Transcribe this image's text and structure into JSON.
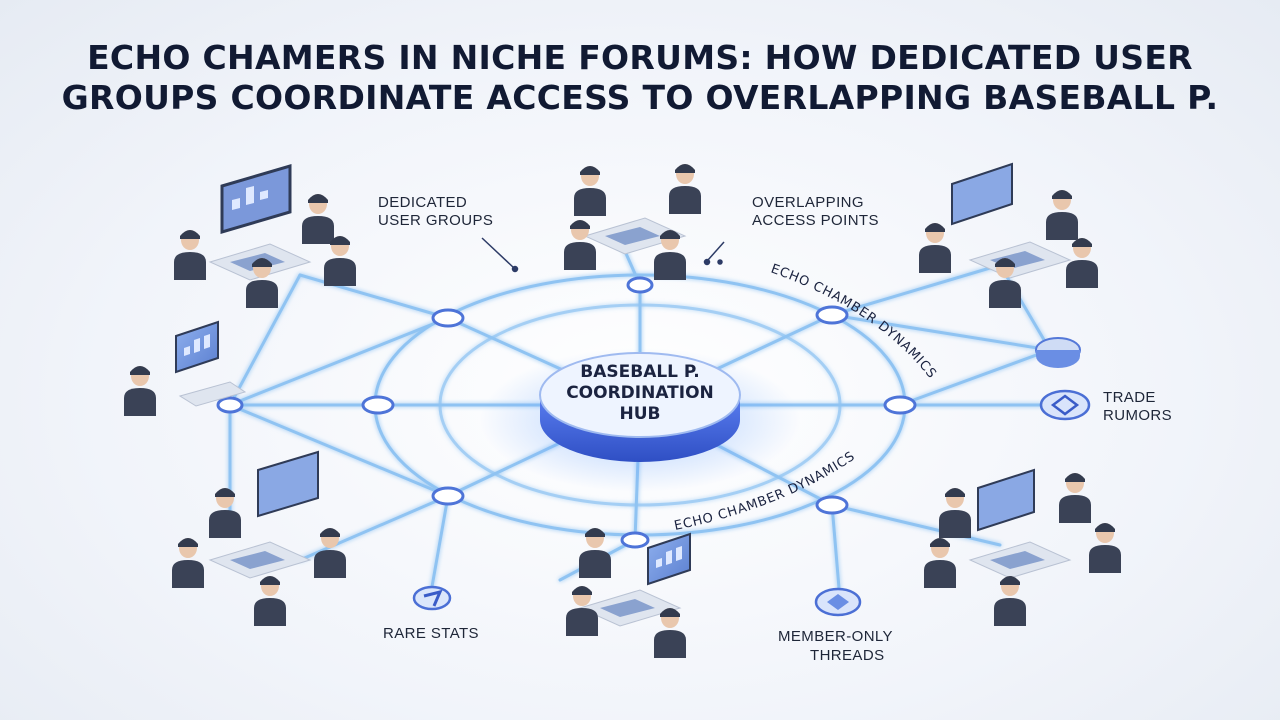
{
  "title": {
    "line1": "ECHO CHAMERS IN NICHE FORUMS: HOW DEDICATED USER",
    "line2": "GROUPS COORDINATE ACCESS TO OVERLAPPING BASEBALL P."
  },
  "hub": {
    "line1": "BASEBALL P.",
    "line2": "COORDINATION",
    "line3": "HUB"
  },
  "labels": {
    "dedicated_l1": "DEDICATED",
    "dedicated_l2": "USER GROUPS",
    "overlap_l1": "OVERLAPPING",
    "overlap_l2": "ACCESS POINTS",
    "trade_l1": "TRADE",
    "trade_l2": "RUMORS",
    "rare_stats": "RARE STATS",
    "member_l1": "MEMBER-ONLY",
    "member_l2": "THREADS"
  },
  "arc_labels": {
    "top": "ECHO CHAMBER DYNAMICS",
    "bottom": "ECHO CHAMBER DYNAMICS"
  },
  "colors": {
    "glow_line": "#8fc3f2",
    "hub_fill": "#eef4ff",
    "hub_edge": "#3f63d6",
    "person_dark": "#3a4256",
    "person_mid": "#5b6780",
    "screen": "#4f73c9"
  }
}
